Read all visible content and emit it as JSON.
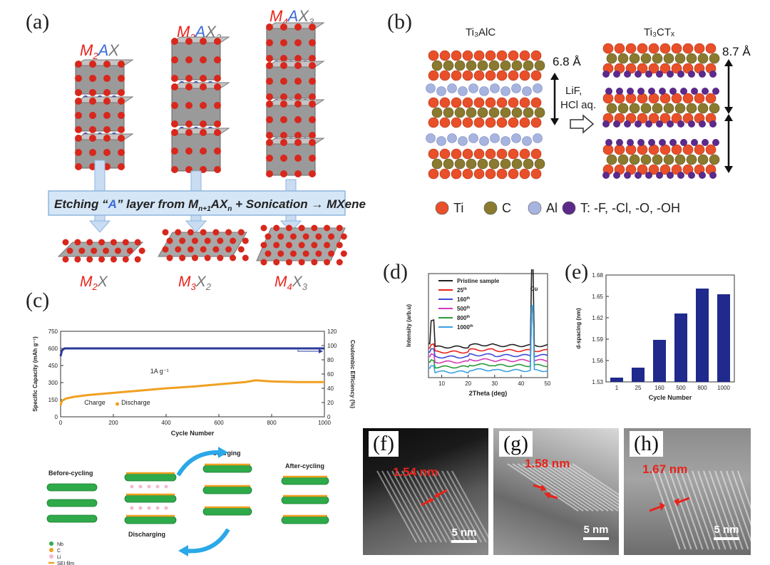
{
  "panel_a": {
    "label": "(a)",
    "top_formulas": [
      {
        "m": "M",
        "ms": "2",
        "a": "A",
        "as": "",
        "x": "X",
        "xs": ""
      },
      {
        "m": "M",
        "ms": "3",
        "a": "A",
        "as": "",
        "x": "X",
        "xs": "2"
      },
      {
        "m": "M",
        "ms": "4",
        "a": "A",
        "as": "",
        "x": "X",
        "xs": "3"
      }
    ],
    "etching": {
      "prefix": "Etching “",
      "a": "A",
      "mid": "” layer from M",
      "sub1": "n+1",
      "a2": "A",
      "x": "X",
      "sub2": "n",
      "suffix": " + Sonication → MXene"
    },
    "bottom_formulas": [
      {
        "m": "M",
        "ms": "2",
        "x": "X",
        "xs": ""
      },
      {
        "m": "M",
        "ms": "3",
        "x": "X",
        "xs": "2"
      },
      {
        "m": "M",
        "ms": "4",
        "x": "X",
        "xs": "3"
      }
    ]
  },
  "panel_b": {
    "label": "(b)",
    "left_title": "Ti₃AlC",
    "right_title": "Ti₃CTₓ",
    "spacing_left": "6.8 Å",
    "spacing_right": "8.7 Å",
    "reagent_1": "LiF,",
    "reagent_2": "HCl aq.",
    "legend": [
      {
        "name": "Ti",
        "color": "#e8502a"
      },
      {
        "name": "C",
        "color": "#8a7a30"
      },
      {
        "name": "Al",
        "color": "#a8b4e0"
      },
      {
        "name": "T: -F, -Cl, -O, -OH",
        "color": "#5b2a8a"
      }
    ]
  },
  "panel_c": {
    "label": "(c)",
    "annotation": "1A g⁻¹",
    "legend_charge": "Charge",
    "legend_discharge": "Discharge",
    "schematic_labels": {
      "before": "Before-cycling",
      "after": "After-cycling",
      "charging": "Charging",
      "discharging": "Discharging",
      "legend": [
        "Nb",
        "C",
        "Li",
        "SEI film"
      ]
    }
  },
  "panel_d": {
    "label": "(d)",
    "peak_label": "Cu",
    "legend": [
      {
        "name": "Pristine sample",
        "color": "#222222"
      },
      {
        "name": "25th",
        "color": "#e8231b"
      },
      {
        "name": "160th",
        "color": "#3a4ad8"
      },
      {
        "name": "500th",
        "color": "#d43ab8"
      },
      {
        "name": "800th",
        "color": "#2a9a3a"
      },
      {
        "name": "1000th",
        "color": "#3aa0e0"
      }
    ]
  },
  "panel_e": {
    "label": "(e)"
  },
  "panel_f": {
    "label": "(f)",
    "spacing": "1.54 nm",
    "scale": "5 nm"
  },
  "panel_g": {
    "label": "(g)",
    "spacing": "1.58 nm",
    "scale": "5 nm"
  },
  "panel_h": {
    "label": "(h)",
    "spacing": "1.67 nm",
    "scale": "5 nm"
  },
  "chart_data": [
    {
      "id": "c",
      "type": "line",
      "xlabel": "Cycle Number",
      "ylabel": "Specific Capacity (mAh g⁻¹)",
      "y2label": "Coulombic Efficiency (%)",
      "xlim": [
        0,
        1000
      ],
      "ylim": [
        0,
        750
      ],
      "y2lim": [
        0,
        120
      ],
      "xticks": [
        0,
        200,
        400,
        600,
        800,
        1000
      ],
      "yticks": [
        0,
        150,
        300,
        450,
        600,
        750
      ],
      "y2ticks": [
        0,
        20,
        40,
        60,
        80,
        100,
        120
      ],
      "series": [
        {
          "name": "Charge",
          "axis": "left",
          "color": "#f0a020",
          "x": [
            0,
            5,
            20,
            50,
            100,
            200,
            300,
            400,
            500,
            600,
            700,
            740,
            800,
            900,
            1000
          ],
          "y": [
            100,
            140,
            160,
            175,
            190,
            210,
            230,
            250,
            265,
            285,
            305,
            320,
            310,
            305,
            305
          ]
        },
        {
          "name": "Coulombic Efficiency",
          "axis": "right",
          "color": "#2a3a9a",
          "x": [
            0,
            5,
            15,
            30,
            100,
            300,
            500,
            700,
            900,
            1000
          ],
          "y": [
            85,
            93,
            96,
            96,
            96,
            96,
            96,
            96,
            96,
            96
          ]
        }
      ]
    },
    {
      "id": "d",
      "type": "line",
      "xlabel": "2Theta (deg)",
      "ylabel": "Intensity (arb.u)",
      "xlim": [
        5,
        50
      ],
      "xticks": [
        10,
        20,
        30,
        40,
        50
      ],
      "series": [
        {
          "name": "Pristine sample",
          "offset": 6
        },
        {
          "name": "25th",
          "offset": 5
        },
        {
          "name": "160th",
          "offset": 4
        },
        {
          "name": "500th",
          "offset": 3
        },
        {
          "name": "800th",
          "offset": 2
        },
        {
          "name": "1000th",
          "offset": 1
        }
      ]
    },
    {
      "id": "e",
      "type": "bar",
      "xlabel": "Cycle Number",
      "ylabel": "d-spacing (nm)",
      "categories": [
        "1",
        "25",
        "160",
        "500",
        "800",
        "1000"
      ],
      "values": [
        1.536,
        1.55,
        1.589,
        1.626,
        1.661,
        1.653
      ],
      "ylim": [
        1.53,
        1.68
      ],
      "yticks": [
        "1.53",
        "1.56",
        "1.59",
        "1.62",
        "1.65",
        "1.68"
      ],
      "color": "#1f2a8c"
    }
  ]
}
